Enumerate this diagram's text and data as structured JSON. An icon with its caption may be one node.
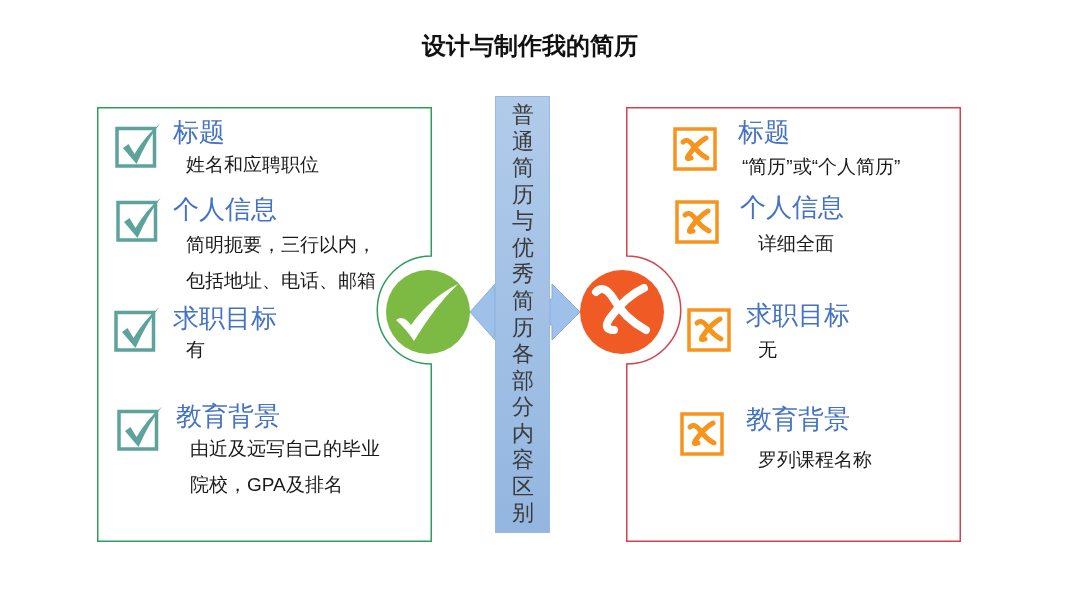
{
  "diagram": {
    "title": "设计与制作我的简历",
    "nodes": [
      {
        "text": [
          "标题",
          "姓名和应聘职位",
          "个人信息",
          "简明扼要，三行以内，包括地址、电话、邮箱",
          "求职目标",
          "有",
          "教育背景",
          "由近及远写自己的毕业院校，GPA及排名"
        ]
      },
      {
        "text": [],
        "shape": "circle"
      },
      {
        "text": [
          "普通简历与优秀简历各部分内容区别"
        ]
      },
      {
        "text": [],
        "shape": "circle"
      },
      {
        "text": [
          "标题",
          "“简历”或“个人简历”",
          "个人信息",
          "详细全面",
          "求职目标",
          "无",
          "教育背景",
          "罗列课程名称"
        ]
      }
    ],
    "edges": [
      {
        "from": 2,
        "to": 1,
        "arrow": "to"
      },
      {
        "from": 2,
        "to": 3,
        "arrow": "to"
      }
    ]
  }
}
